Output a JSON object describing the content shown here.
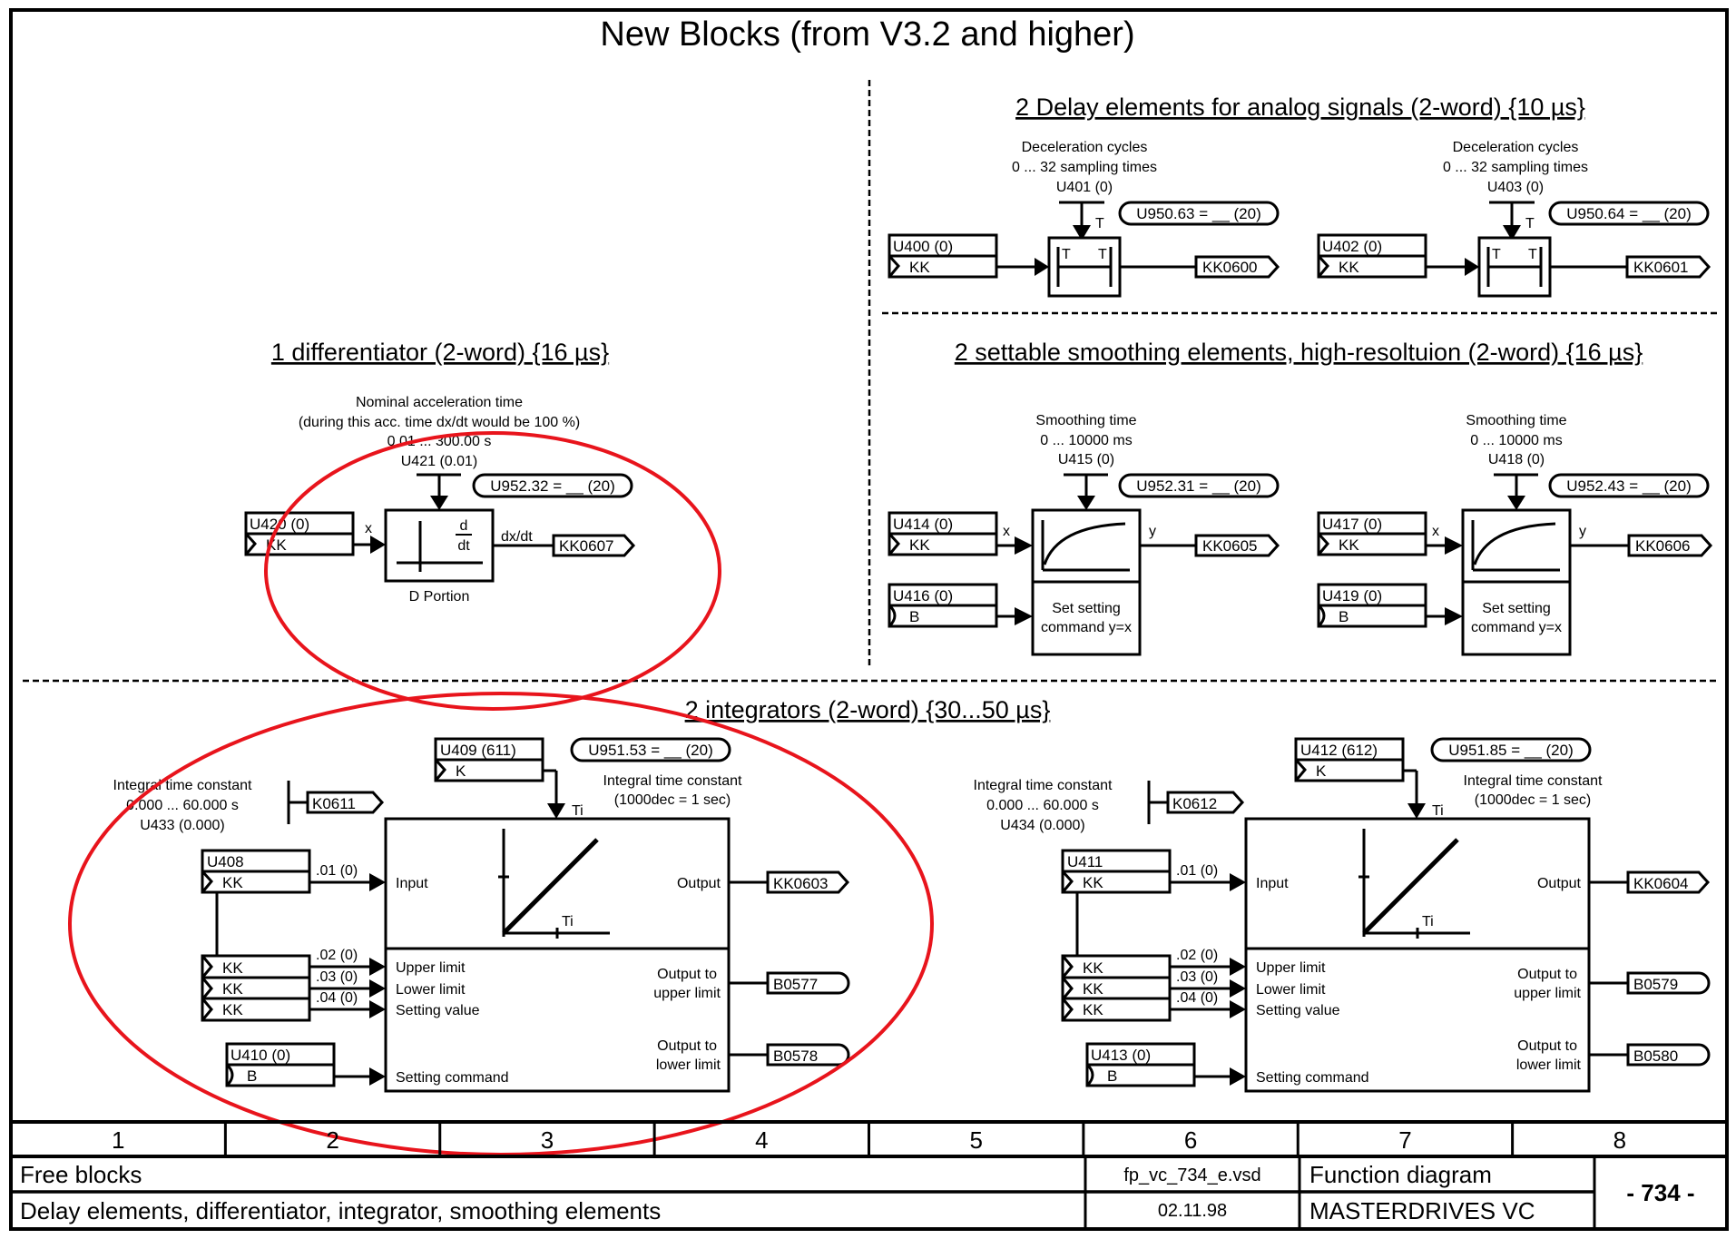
{
  "page": {
    "title": "New Blocks (from V3.2 and higher)"
  },
  "sections": {
    "delay": {
      "heading": "2 Delay elements for analog signals (2-word) {10 µs}",
      "blocks": [
        {
          "param_lines": [
            "Deceleration cycles",
            "0 ... 32 sampling times",
            "U401 (0)"
          ],
          "time_slot": "U950.63 = __  (20)",
          "input_param": "U400  (0)",
          "input_type": "KK",
          "t_label": "T",
          "inner_left": "T",
          "inner_right": "T",
          "output": "KK0600"
        },
        {
          "param_lines": [
            "Deceleration cycles",
            "0 ... 32 sampling times",
            "U403 (0)"
          ],
          "time_slot": "U950.64 = __  (20)",
          "input_param": "U402  (0)",
          "input_type": "KK",
          "t_label": "T",
          "inner_left": "T",
          "inner_right": "T",
          "output": "KK0601"
        }
      ]
    },
    "differentiator": {
      "heading": "1 differentiator (2-word) {16 µs}",
      "param_lines": [
        "Nominal acceleration time",
        "(during this acc. time dx/dt would be 100 %)",
        "0.01 ... 300.00 s",
        "U421 (0.01)"
      ],
      "time_slot": "U952.32 = __  (20)",
      "input_param": "U420  (0)",
      "input_type": "KK",
      "x_label": "x",
      "d_num": "d",
      "d_den": "dt",
      "out_label": "dx/dt",
      "output": "KK0607",
      "caption": "D Portion"
    },
    "smoothing": {
      "heading": "2 settable smoothing elements, high-resoltuion (2-word) {16 µs}",
      "blocks": [
        {
          "param_lines": [
            "Smoothing time",
            "0 ... 10000 ms",
            "U415 (0)"
          ],
          "time_slot": "U952.31 = __  (20)",
          "input_param": "U414  (0)",
          "input_type": "KK",
          "set_param": "U416  (0)",
          "set_type": "B",
          "x_label": "x",
          "y_label": "y",
          "set_text": [
            "Set setting",
            "command y=x"
          ],
          "output": "KK0605"
        },
        {
          "param_lines": [
            "Smoothing time",
            "0 ... 10000 ms",
            "U418 (0)"
          ],
          "time_slot": "U952.43 = __  (20)",
          "input_param": "U417  (0)",
          "input_type": "KK",
          "set_param": "U419  (0)",
          "set_type": "B",
          "x_label": "x",
          "y_label": "y",
          "set_text": [
            "Set setting",
            "command y=x"
          ],
          "output": "KK0606"
        }
      ]
    },
    "integrators": {
      "heading": "2 integrators (2-word) {30...50 µs}",
      "blocks": [
        {
          "const_lines": [
            "Integral time constant",
            "0.000 ... 60.000 s",
            "U433 (0.000)"
          ],
          "const_output": "K0611",
          "ti_param": "U409  (611)",
          "ti_type": "K",
          "time_slot": "U951.53 = __  (20)",
          "ti_desc": [
            "Integral time constant",
            "(1000dec = 1 sec)"
          ],
          "ti_label": "Ti",
          "graph_ti": "Ti",
          "input_param": "U408",
          "input_types": [
            "KK",
            "KK",
            "KK",
            "KK"
          ],
          "input_indices": [
            ".01 (0)",
            ".02 (0)",
            ".03 (0)",
            ".04 (0)"
          ],
          "input_labels": [
            "Input",
            "Upper limit",
            "Lower limit",
            "Setting value"
          ],
          "set_param": "U410 (0)",
          "set_type": "B",
          "set_label": "Setting command",
          "output_label": "Output",
          "output": "KK0603",
          "upper_label": [
            "Output to",
            "upper limit"
          ],
          "upper_output": "B0577",
          "lower_label": [
            "Output to",
            "lower limit"
          ],
          "lower_output": "B0578"
        },
        {
          "const_lines": [
            "Integral time constant",
            "0.000 ... 60.000 s",
            "U434 (0.000)"
          ],
          "const_output": "K0612",
          "ti_param": "U412  (612)",
          "ti_type": "K",
          "time_slot": "U951.85 = __  (20)",
          "ti_desc": [
            "Integral time constant",
            "(1000dec = 1 sec)"
          ],
          "ti_label": "Ti",
          "graph_ti": "Ti",
          "input_param": "U411",
          "input_types": [
            "KK",
            "KK",
            "KK",
            "KK"
          ],
          "input_indices": [
            ".01 (0)",
            ".02 (0)",
            ".03 (0)",
            ".04 (0)"
          ],
          "input_labels": [
            "Input",
            "Upper limit",
            "Lower limit",
            "Setting value"
          ],
          "set_param": "U413 (0)",
          "set_type": "B",
          "set_label": "Setting command",
          "output_label": "Output",
          "output": "KK0604",
          "upper_label": [
            "Output to",
            "upper limit"
          ],
          "upper_output": "B0579",
          "lower_label": [
            "Output to",
            "lower limit"
          ],
          "lower_output": "B0580"
        }
      ]
    }
  },
  "annotations": {
    "highlight_color": "#e8141c"
  },
  "footer": {
    "columns": [
      "1",
      "2",
      "3",
      "4",
      "5",
      "6",
      "7",
      "8"
    ],
    "category": "Free blocks",
    "description": "Delay elements, differentiator, integrator, smoothing elements",
    "filename": "fp_vc_734_e.vsd",
    "date": "02.11.98",
    "doc_type": "Function diagram",
    "product": "MASTERDRIVES VC",
    "page_number": "- 734 -"
  }
}
